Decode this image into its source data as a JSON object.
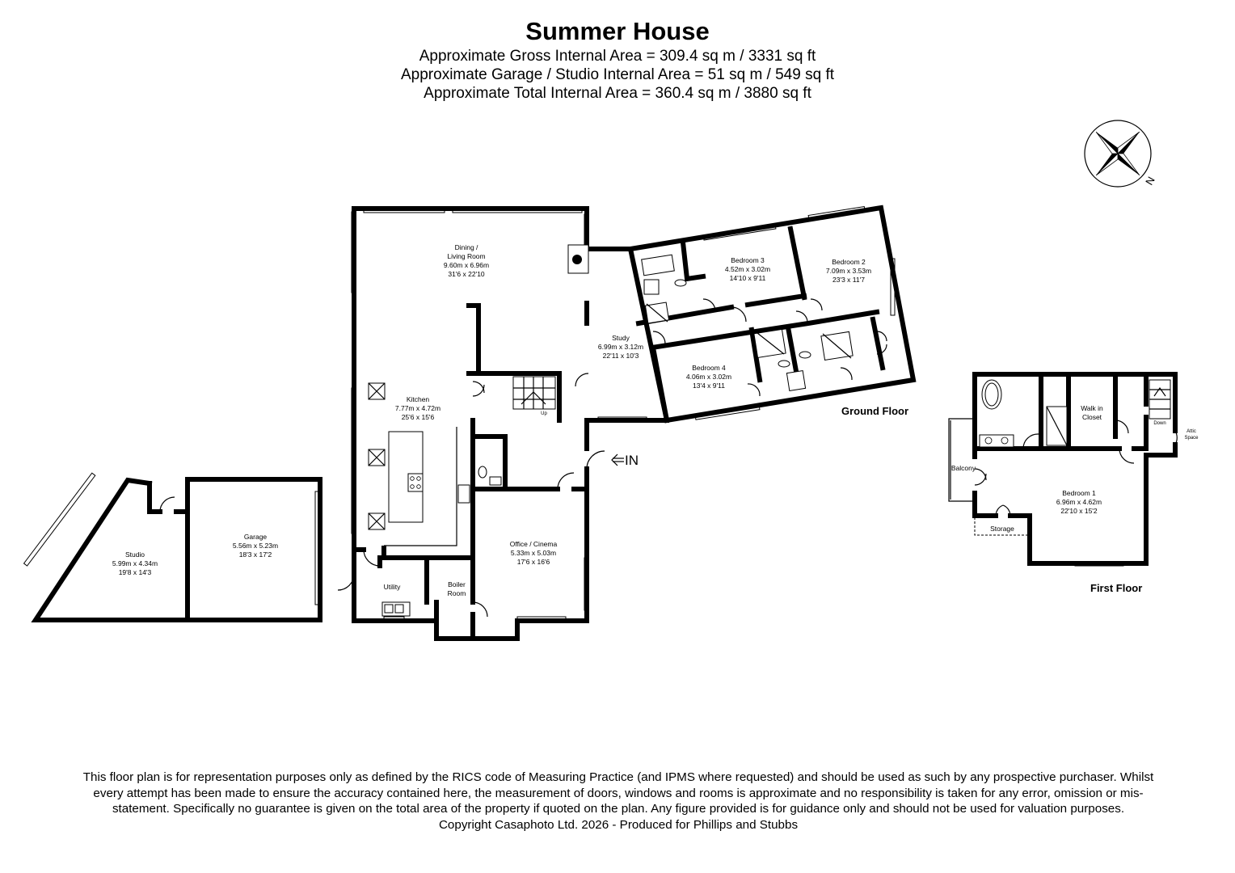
{
  "header": {
    "title": "Summer House",
    "gross_area": "Approximate Gross Internal Area = 309.4 sq m / 3331 sq ft",
    "garage_area": "Approximate Garage / Studio Internal Area = 51 sq m / 549 sq ft",
    "total_area": "Approximate Total Internal Area = 360.4 sq m / 3880 sq ft"
  },
  "compass": {
    "north_label": "N",
    "icon": "compass-rose-icon"
  },
  "ground_floor": {
    "label": "Ground Floor",
    "entrance_label": "IN",
    "stairs_label": "Up",
    "rooms": {
      "dining_living": {
        "name1": "Dining /",
        "name2": "Living Room",
        "metric": "9.60m x 6.96m",
        "imperial": "31'6 x 22'10"
      },
      "kitchen": {
        "name": "Kitchen",
        "metric": "7.77m x 4.72m",
        "imperial": "25'6 x 15'6"
      },
      "study": {
        "name": "Study",
        "metric": "6.99m x 3.12m",
        "imperial": "22'11 x 10'3"
      },
      "bedroom3": {
        "name": "Bedroom 3",
        "metric": "4.52m x 3.02m",
        "imperial": "14'10 x 9'11"
      },
      "bedroom2": {
        "name": "Bedroom 2",
        "metric": "7.09m x 3.53m",
        "imperial": "23'3 x 11'7"
      },
      "bedroom4": {
        "name": "Bedroom 4",
        "metric": "4.06m x 3.02m",
        "imperial": "13'4 x 9'11"
      },
      "office": {
        "name": "Office / Cinema",
        "metric": "5.33m x 5.03m",
        "imperial": "17'6 x 16'6"
      },
      "utility": {
        "name": "Utility"
      },
      "boiler": {
        "name1": "Boiler",
        "name2": "Room"
      },
      "studio": {
        "name": "Studio",
        "metric": "5.99m x 4.34m",
        "imperial": "19'8 x 14'3"
      },
      "garage": {
        "name": "Garage",
        "metric": "5.56m x 5.23m",
        "imperial": "18'3 x 17'2"
      }
    }
  },
  "first_floor": {
    "label": "First Floor",
    "stairs_label": "Down",
    "rooms": {
      "bedroom1": {
        "name": "Bedroom 1",
        "metric": "6.96m x 4.62m",
        "imperial": "22'10 x 15'2"
      },
      "walkin": {
        "name1": "Walk in",
        "name2": "Closet"
      },
      "balcony": {
        "name": "Balcony"
      },
      "storage": {
        "name": "Storage"
      },
      "attic": {
        "name1": "Attic",
        "name2": "Space"
      }
    }
  },
  "footer": {
    "disclaimer": "This floor plan is for representation purposes only as defined by the RICS code of Measuring Practice (and IPMS where requested) and should be used as such by any prospective purchaser. Whilst every attempt has been made to ensure the accuracy contained here, the measurement of doors, windows and rooms is approximate and no responsibility is taken for any error, omission or mis-statement. Specifically no guarantee is given on the total area of the property if quoted on the plan. Any figure provided is for guidance only and should not be used for valuation purposes.",
    "copyright": "Copyright Casaphoto Ltd. 2026 - Produced for Phillips and Stubbs"
  }
}
